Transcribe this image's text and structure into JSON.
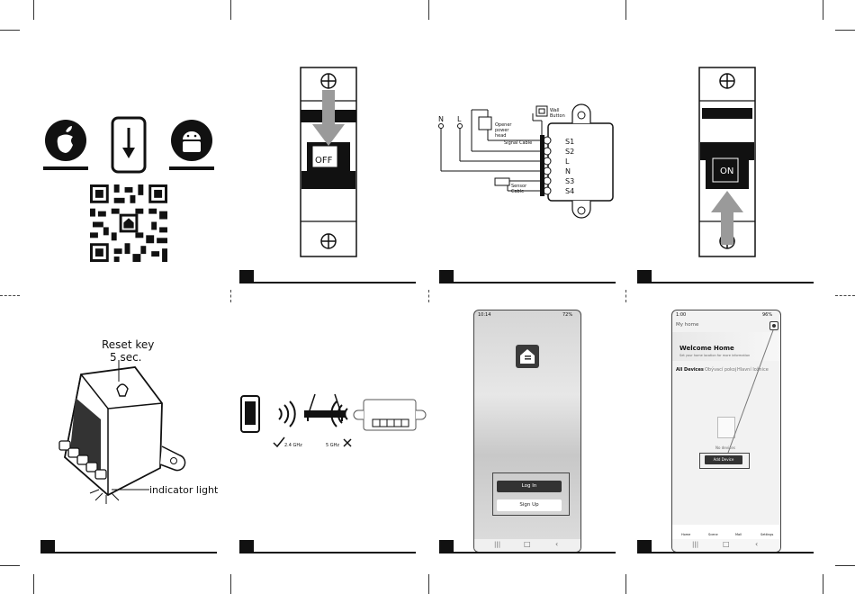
{
  "colors": {
    "ink": "#111111",
    "breaker_body": "#ffffff",
    "arrow_gray": "#9a9a9a",
    "app_bg": "#eeeeee",
    "button_dark": "#3a3a3a"
  },
  "panel_app_download": {
    "icons": [
      "apple-icon",
      "phone-download-icon",
      "android-icon"
    ]
  },
  "panel_breaker_off": {
    "switch_label": "OFF"
  },
  "panel_wiring": {
    "line_labels": [
      "N",
      "L"
    ],
    "terminals": [
      "S1",
      "S2",
      "L",
      "N",
      "S3",
      "S4"
    ],
    "labels": {
      "opener": "Opener power head",
      "wall_button": "Wall Button",
      "signal_cable": "Signal Cable",
      "sensor_cable": "Sensor Cable"
    }
  },
  "panel_breaker_on": {
    "switch_label": "ON"
  },
  "panel_reset": {
    "reset_key": "Reset key",
    "reset_time": "5 sec.",
    "indicator": "indicator light"
  },
  "panel_wifi": {
    "good_band": "2.4 GHz",
    "bad_band": "5 GHz"
  },
  "panel_login": {
    "status_time": "10:14",
    "status_battery": "72%",
    "login": "Log In",
    "signup": "Sign Up"
  },
  "panel_home": {
    "status_time": "1:00",
    "status_battery": "96%",
    "home_selector": "My home",
    "welcome_title": "Welcome Home",
    "welcome_sub": "Set your home location for more information",
    "tabs": [
      "All Devices",
      "Obývací pokoj",
      "Hlavní ložnice"
    ],
    "no_devices": "No devices",
    "add_device": "Add Device",
    "nav": [
      "Home",
      "Scene",
      "Mall",
      "Settings"
    ]
  }
}
